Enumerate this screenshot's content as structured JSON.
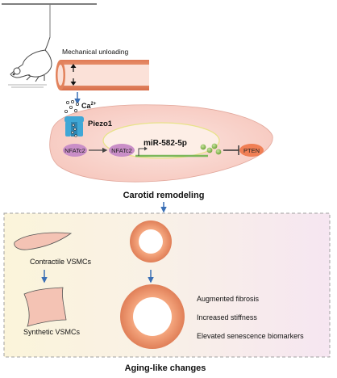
{
  "labels": {
    "mechanical_unloading": "Mechanical unloading",
    "calcium": "Ca",
    "calcium_charge": "2+",
    "piezo1": "Piezo1",
    "nfatc2_cytosol": "NFATc2",
    "nfatc2_nucleus": "NFATc2",
    "mirna": "miR-582-5p",
    "pten": "PTEN",
    "carotid_remodeling": "Carotid remodeling",
    "contractile": "Contractile VSMCs",
    "synthetic": "Synthetic VSMCs",
    "augmented_fibrosis": "Augmented fibrosis",
    "increased_stiffness": "Increased stiffness",
    "senescence": "Elevated senescence biomarkers",
    "aging_changes": "Aging-like changes"
  },
  "colors": {
    "cell_fill": "#fbd9d3",
    "vessel": "#e8956f",
    "piezo": "#3fa7d6",
    "nfat": "#c98ec7",
    "pten": "#f07f55",
    "mirna_dot": "#8fbf5a",
    "arrow": "#3a6fb5"
  }
}
